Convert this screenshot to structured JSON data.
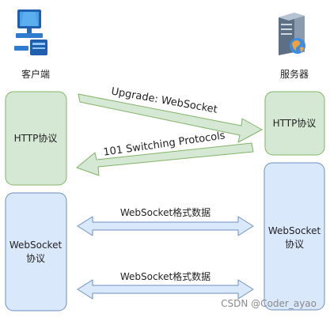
{
  "client": {
    "label": "客户端"
  },
  "server": {
    "label": "服务器"
  },
  "boxes": {
    "client_http": "HTTP协议",
    "client_ws_line1": "WebSocket",
    "client_ws_line2": "协议",
    "server_http": "HTTP协议",
    "server_ws_line1": "WebSocket",
    "server_ws_line2": "协议"
  },
  "arrows": {
    "upgrade": "Upgrade: WebSocket",
    "switching": "101 Switching Protocols",
    "ws_data_1": "WebSocket格式数据",
    "ws_data_2": "WebSocket格式数据"
  },
  "watermark": "CSDN @Coder_ayao",
  "colors": {
    "green_fill": "#d5e8d4",
    "green_stroke": "#82b366",
    "blue_fill": "#dae8fc",
    "blue_stroke": "#6c8ebf"
  }
}
